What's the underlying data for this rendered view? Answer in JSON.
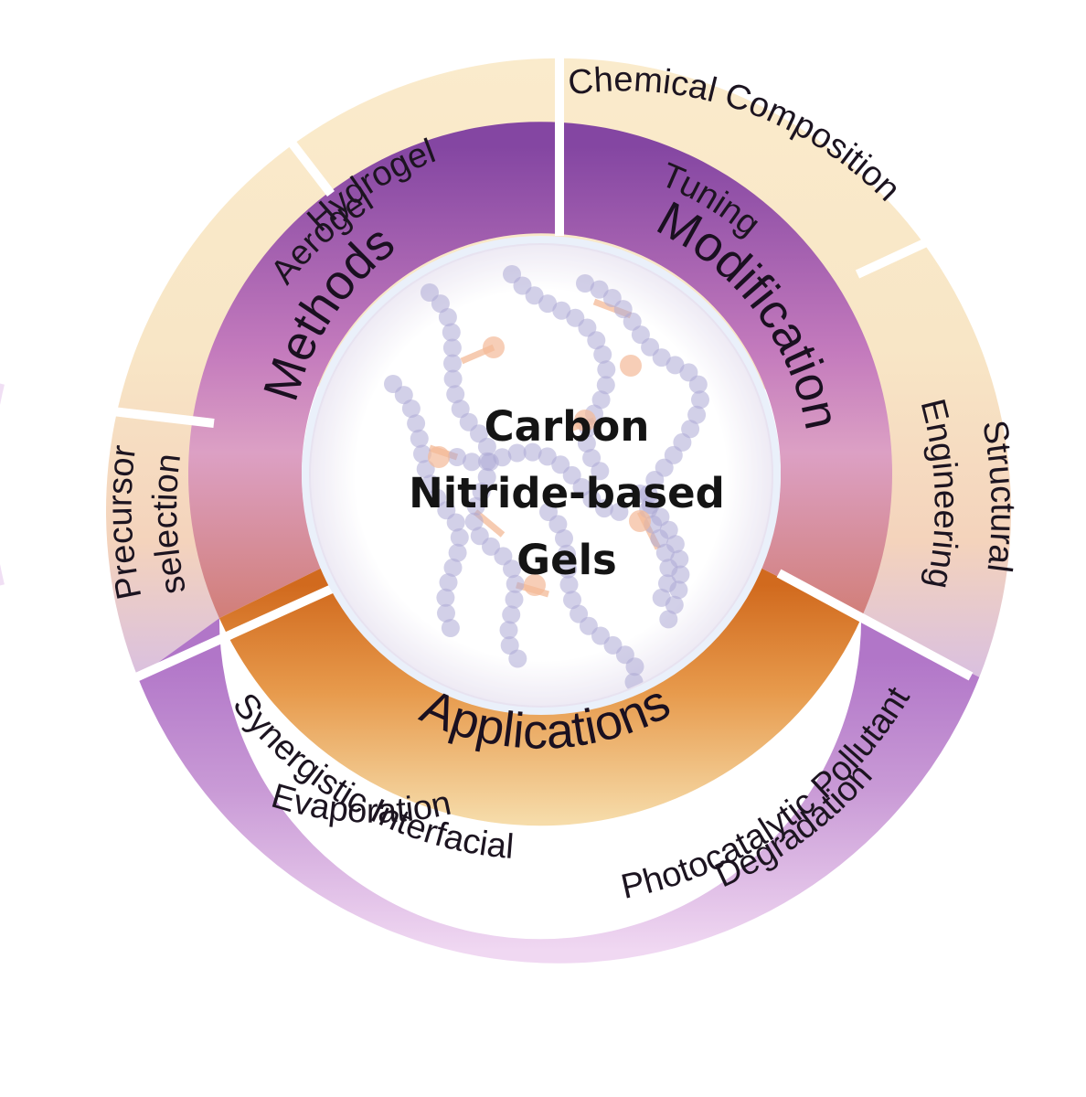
{
  "center": {
    "lines": [
      "Carbon",
      "Nitride-based",
      "Gels"
    ]
  },
  "inner_ring": {
    "methods": "Methods",
    "modification": "Modification",
    "applications": "Applications"
  },
  "outer_segments": {
    "hydrogel": "Hydrogel",
    "aerogel": "Aerogel",
    "precursor_selection": [
      "Precursor",
      "selection"
    ],
    "chemical_composition_tuning": [
      "Chemical Composition",
      "Tuning"
    ],
    "structural_engineering": [
      "Structural",
      "Engineering"
    ],
    "synergistic_interfacial_evaporation": [
      "Synergistic Interfacial",
      "Evaporation"
    ],
    "photocatalytic_pollutant_degradation": [
      "Photocatalytic Pollutant",
      "Degradation"
    ]
  },
  "colors": {
    "cream": "#f8e8c8",
    "peach": "#f3cfb8",
    "lavender": "#dcc0e6",
    "purple_dark": "#8a4aa6",
    "purple_mid": "#c57cb8",
    "salmon": "#d9857a",
    "orange": "#dc7a28",
    "orange_light": "#f2c890",
    "molecule": "#8e88c4",
    "link": "#f0a070"
  }
}
